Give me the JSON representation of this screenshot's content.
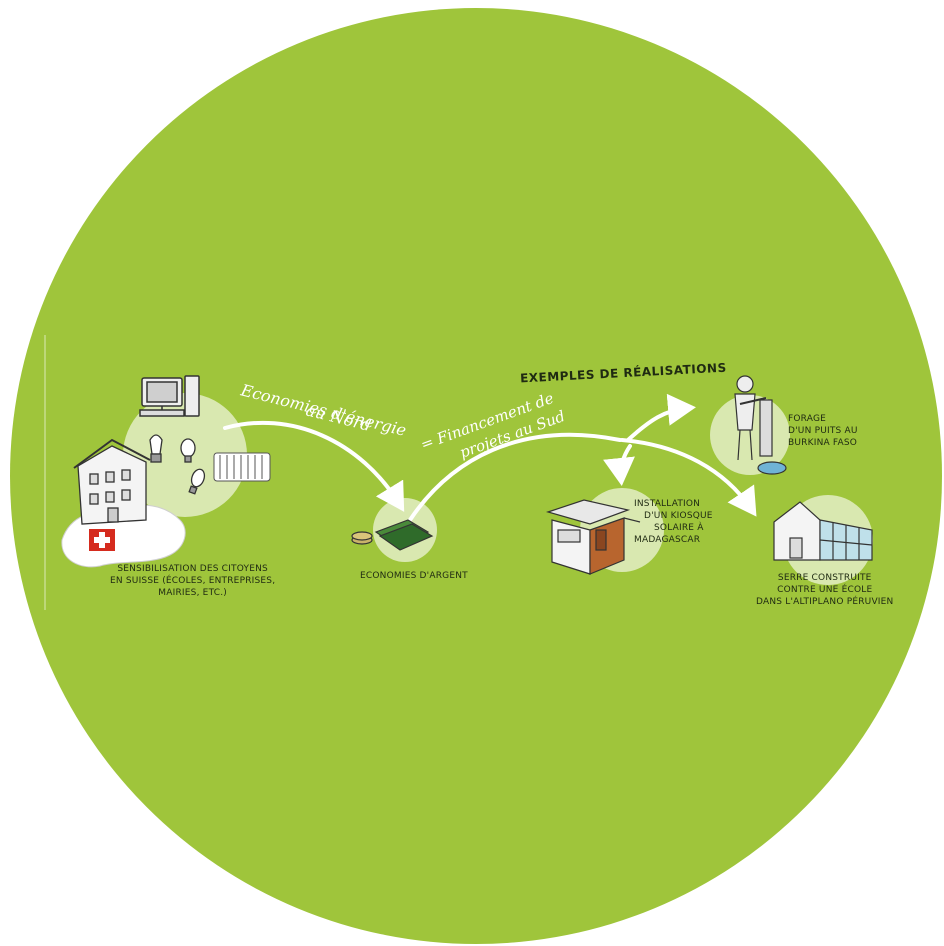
{
  "colors": {
    "background": "#ffffff",
    "circle_fill": "#9fc53b",
    "bubble_fill": "#d9e8b0",
    "arrow": "#ffffff",
    "ink": "#1f2a12",
    "swiss_red": "#d52b1e"
  },
  "arrows": {
    "north_label_line1": "Economies d'énergie",
    "north_label_line2": "au Nord",
    "south_label_line1": "= Financement de",
    "south_label_line2": "projets au Sud"
  },
  "examples_header": "Exemples de réalisations",
  "steps": [
    {
      "caption_lines": [
        "Sensibilisation des citoyens",
        "en Suisse (écoles, entreprises,",
        "mairies, etc.)"
      ],
      "icons": [
        "computer-icon",
        "light-bulb-icon",
        "radiator-icon",
        "house-icon",
        "swiss-flag-icon"
      ]
    },
    {
      "caption_lines": [
        "Economies d'argent"
      ],
      "icons": [
        "money-icon"
      ]
    }
  ],
  "examples": [
    {
      "caption_lines": [
        "Forage",
        "d'un puits au",
        "Burkina Faso"
      ],
      "icons": [
        "water-pump-icon"
      ]
    },
    {
      "caption_lines": [
        "Installation",
        "d'un kiosque",
        "solaire à",
        "Madagascar"
      ],
      "icons": [
        "solar-kiosk-icon"
      ]
    },
    {
      "caption_lines": [
        "Serre construite",
        "contre une école",
        "dans l'altiplano péruvien"
      ],
      "icons": [
        "greenhouse-icon"
      ]
    }
  ]
}
